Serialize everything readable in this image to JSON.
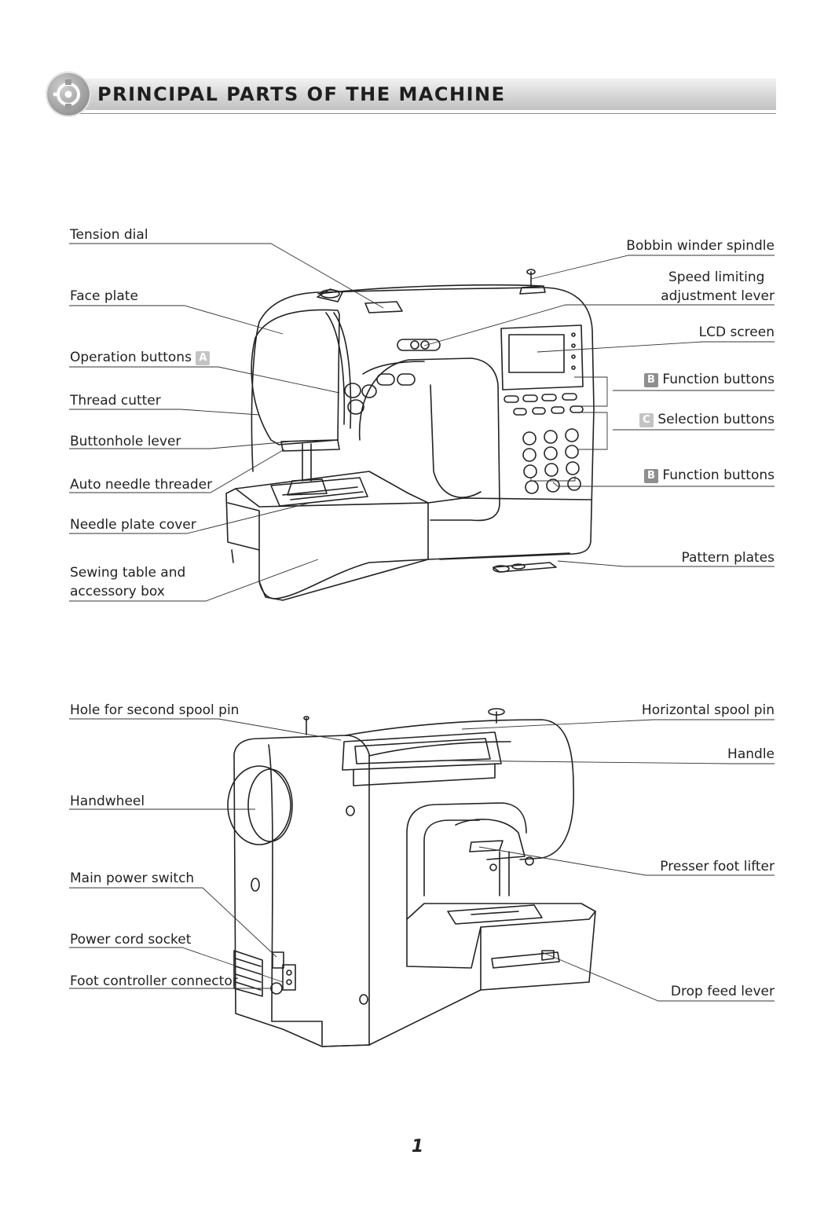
{
  "header": {
    "title": "PRINCIPAL PARTS OF THE MACHINE",
    "icon": "sewing-disc-icon"
  },
  "front_view": {
    "left_labels": {
      "tension_dial": "Tension dial",
      "face_plate": "Face plate",
      "operation_buttons": "Operation buttons",
      "operation_buttons_badge": "A",
      "thread_cutter": "Thread cutter",
      "buttonhole_lever": "Buttonhole lever",
      "auto_needle_threader": "Auto needle threader",
      "needle_plate_cover": "Needle plate cover",
      "sewing_table_line1": "Sewing table and",
      "sewing_table_line2": "accessory box"
    },
    "right_labels": {
      "bobbin_winder": "Bobbin winder spindle",
      "speed_limiting_line1": "Speed limiting",
      "speed_limiting_line2": "adjustment lever",
      "lcd_screen": "LCD screen",
      "function_buttons_top": "Function buttons",
      "function_buttons_top_badge": "B",
      "selection_buttons": "Selection buttons",
      "selection_buttons_badge": "C",
      "function_buttons_bottom": "Function buttons",
      "function_buttons_bottom_badge": "B",
      "pattern_plates": "Pattern plates"
    }
  },
  "rear_view": {
    "left_labels": {
      "hole_second_spool": "Hole for second spool pin",
      "handwheel": "Handwheel",
      "main_power_switch": "Main power switch",
      "power_cord_socket": "Power cord socket",
      "foot_controller": "Foot controller connector"
    },
    "right_labels": {
      "horizontal_spool": "Horizontal spool pin",
      "handle": "Handle",
      "presser_foot_lifter": "Presser foot lifter",
      "drop_feed_lever": "Drop feed lever"
    }
  },
  "page_number": "1"
}
